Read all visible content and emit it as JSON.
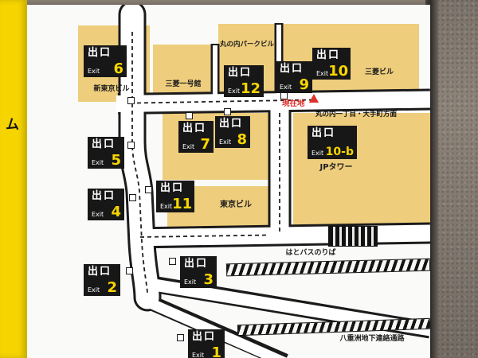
{
  "sign": {
    "side_strip_text": "ム",
    "exit_label": {
      "jp": "出口",
      "en": "Exit"
    },
    "exits": [
      {
        "number": "6"
      },
      {
        "number": "12"
      },
      {
        "number": "9"
      },
      {
        "number": "10"
      },
      {
        "number": "5"
      },
      {
        "number": "7"
      },
      {
        "number": "8"
      },
      {
        "number": "10-b"
      },
      {
        "number": "4"
      },
      {
        "number": "11"
      },
      {
        "number": "2"
      },
      {
        "number": "3"
      },
      {
        "number": "1"
      }
    ],
    "buildings": [
      {
        "name": "丸の内パークビル"
      },
      {
        "name": "新東京ビル"
      },
      {
        "name": "三菱一号館"
      },
      {
        "name": "三菱ビル"
      },
      {
        "name": "JPタワー"
      },
      {
        "name": "東京ビル"
      },
      {
        "name": "はとバスのりば"
      },
      {
        "name": "八重洲地下連絡通路"
      }
    ],
    "current_location": {
      "label": "現在地",
      "direction": "丸の内一丁目・大手町方面"
    },
    "colors": {
      "strip_yellow": "#f6d400",
      "building_yellow": "#eecd7c",
      "exit_number_yellow": "#f7d600",
      "marker_red": "#e0302a",
      "exit_box_black": "#171717"
    }
  }
}
